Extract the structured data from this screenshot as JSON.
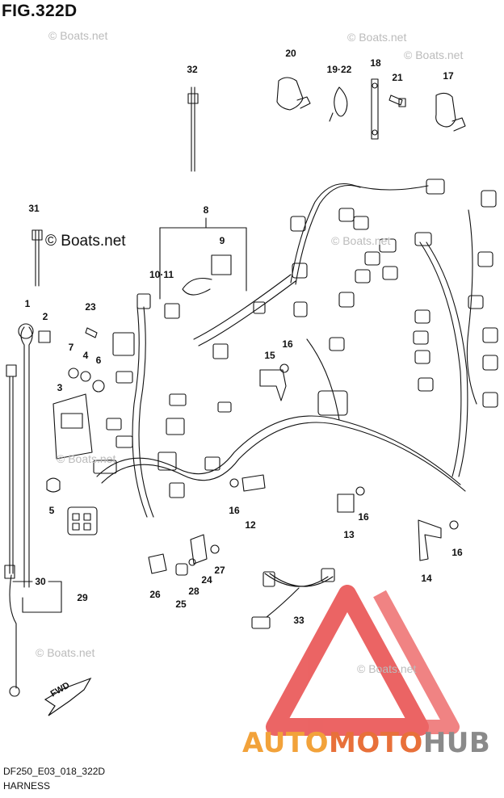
{
  "figure": {
    "title": "FIG.322D",
    "code": "DF250_E03_018_322D",
    "caption": "HARNESS",
    "fwd_label": "FWD"
  },
  "watermarks": [
    "© Boats.net",
    "© Boats.net",
    "© Boats.net",
    "© Boats.net",
    "© Boats.net",
    "© Boats.net",
    "© Boats.net"
  ],
  "watermark_dark": "© Boats.net",
  "logo": {
    "part1": "AUTO",
    "part2": "MOTO",
    "part3": "HUB",
    "colors": {
      "auto": "#f2a23a",
      "moto": "#e8703a",
      "hub": "#8a8a8a",
      "emblem": "#e84a4a"
    }
  },
  "callouts": [
    "32",
    "20",
    "19·22",
    "18",
    "21",
    "17",
    "31",
    "8",
    "9",
    "10·11",
    "1",
    "2",
    "23",
    "7",
    "4",
    "6",
    "3",
    "5",
    "15",
    "16",
    "16",
    "12",
    "16",
    "13",
    "16",
    "14",
    "27",
    "24",
    "28",
    "26",
    "25",
    "30",
    "29",
    "33"
  ]
}
